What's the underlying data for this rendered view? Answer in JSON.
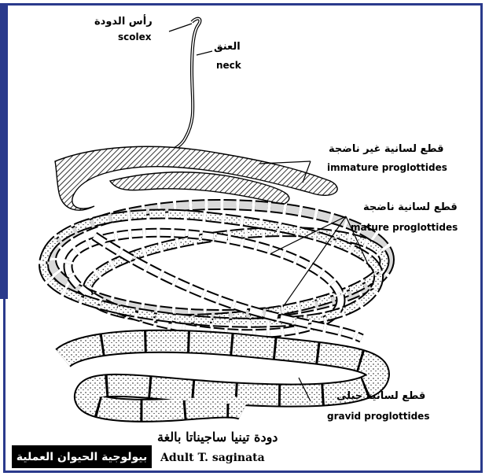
{
  "labels": {
    "scolex_ar": "رأس الدودة",
    "scolex_en": "scolex",
    "neck_ar": "العنق",
    "neck_en": "neck",
    "immature_ar": "قطع لسانية غير ناضجة",
    "immature_en": "immature proglottides",
    "mature_ar": "قطع لسانية ناضجة",
    "mature_en": "mature proglottides",
    "gravid_ar": "قطع لسانية حبلى",
    "gravid_en": "gravid proglottides"
  },
  "title": {
    "ar": "دودة تينيا ساجيناتا بالغة",
    "en": "Adult T. saginata"
  },
  "badge": "بيولوجية الحيوان العملية",
  "colors": {
    "frame": "#2a3a8c",
    "ink": "#000000",
    "badge_bg": "#000000"
  }
}
